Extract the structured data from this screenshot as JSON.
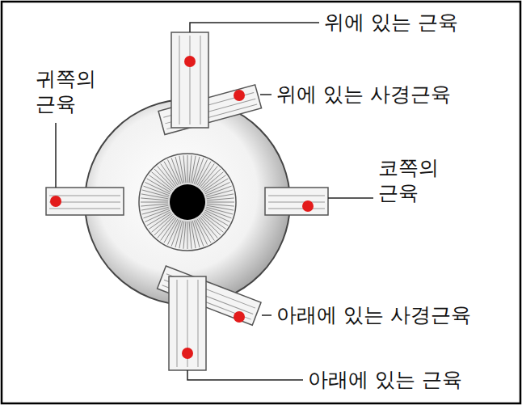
{
  "diagram": {
    "labels": [
      "위에 있는 근육",
      "위에 있는 사경근육",
      "귀쪽의 근육",
      "코쪽의 근육",
      "아래에 있는 사경근육",
      "아래에 있는 근육"
    ]
  }
}
